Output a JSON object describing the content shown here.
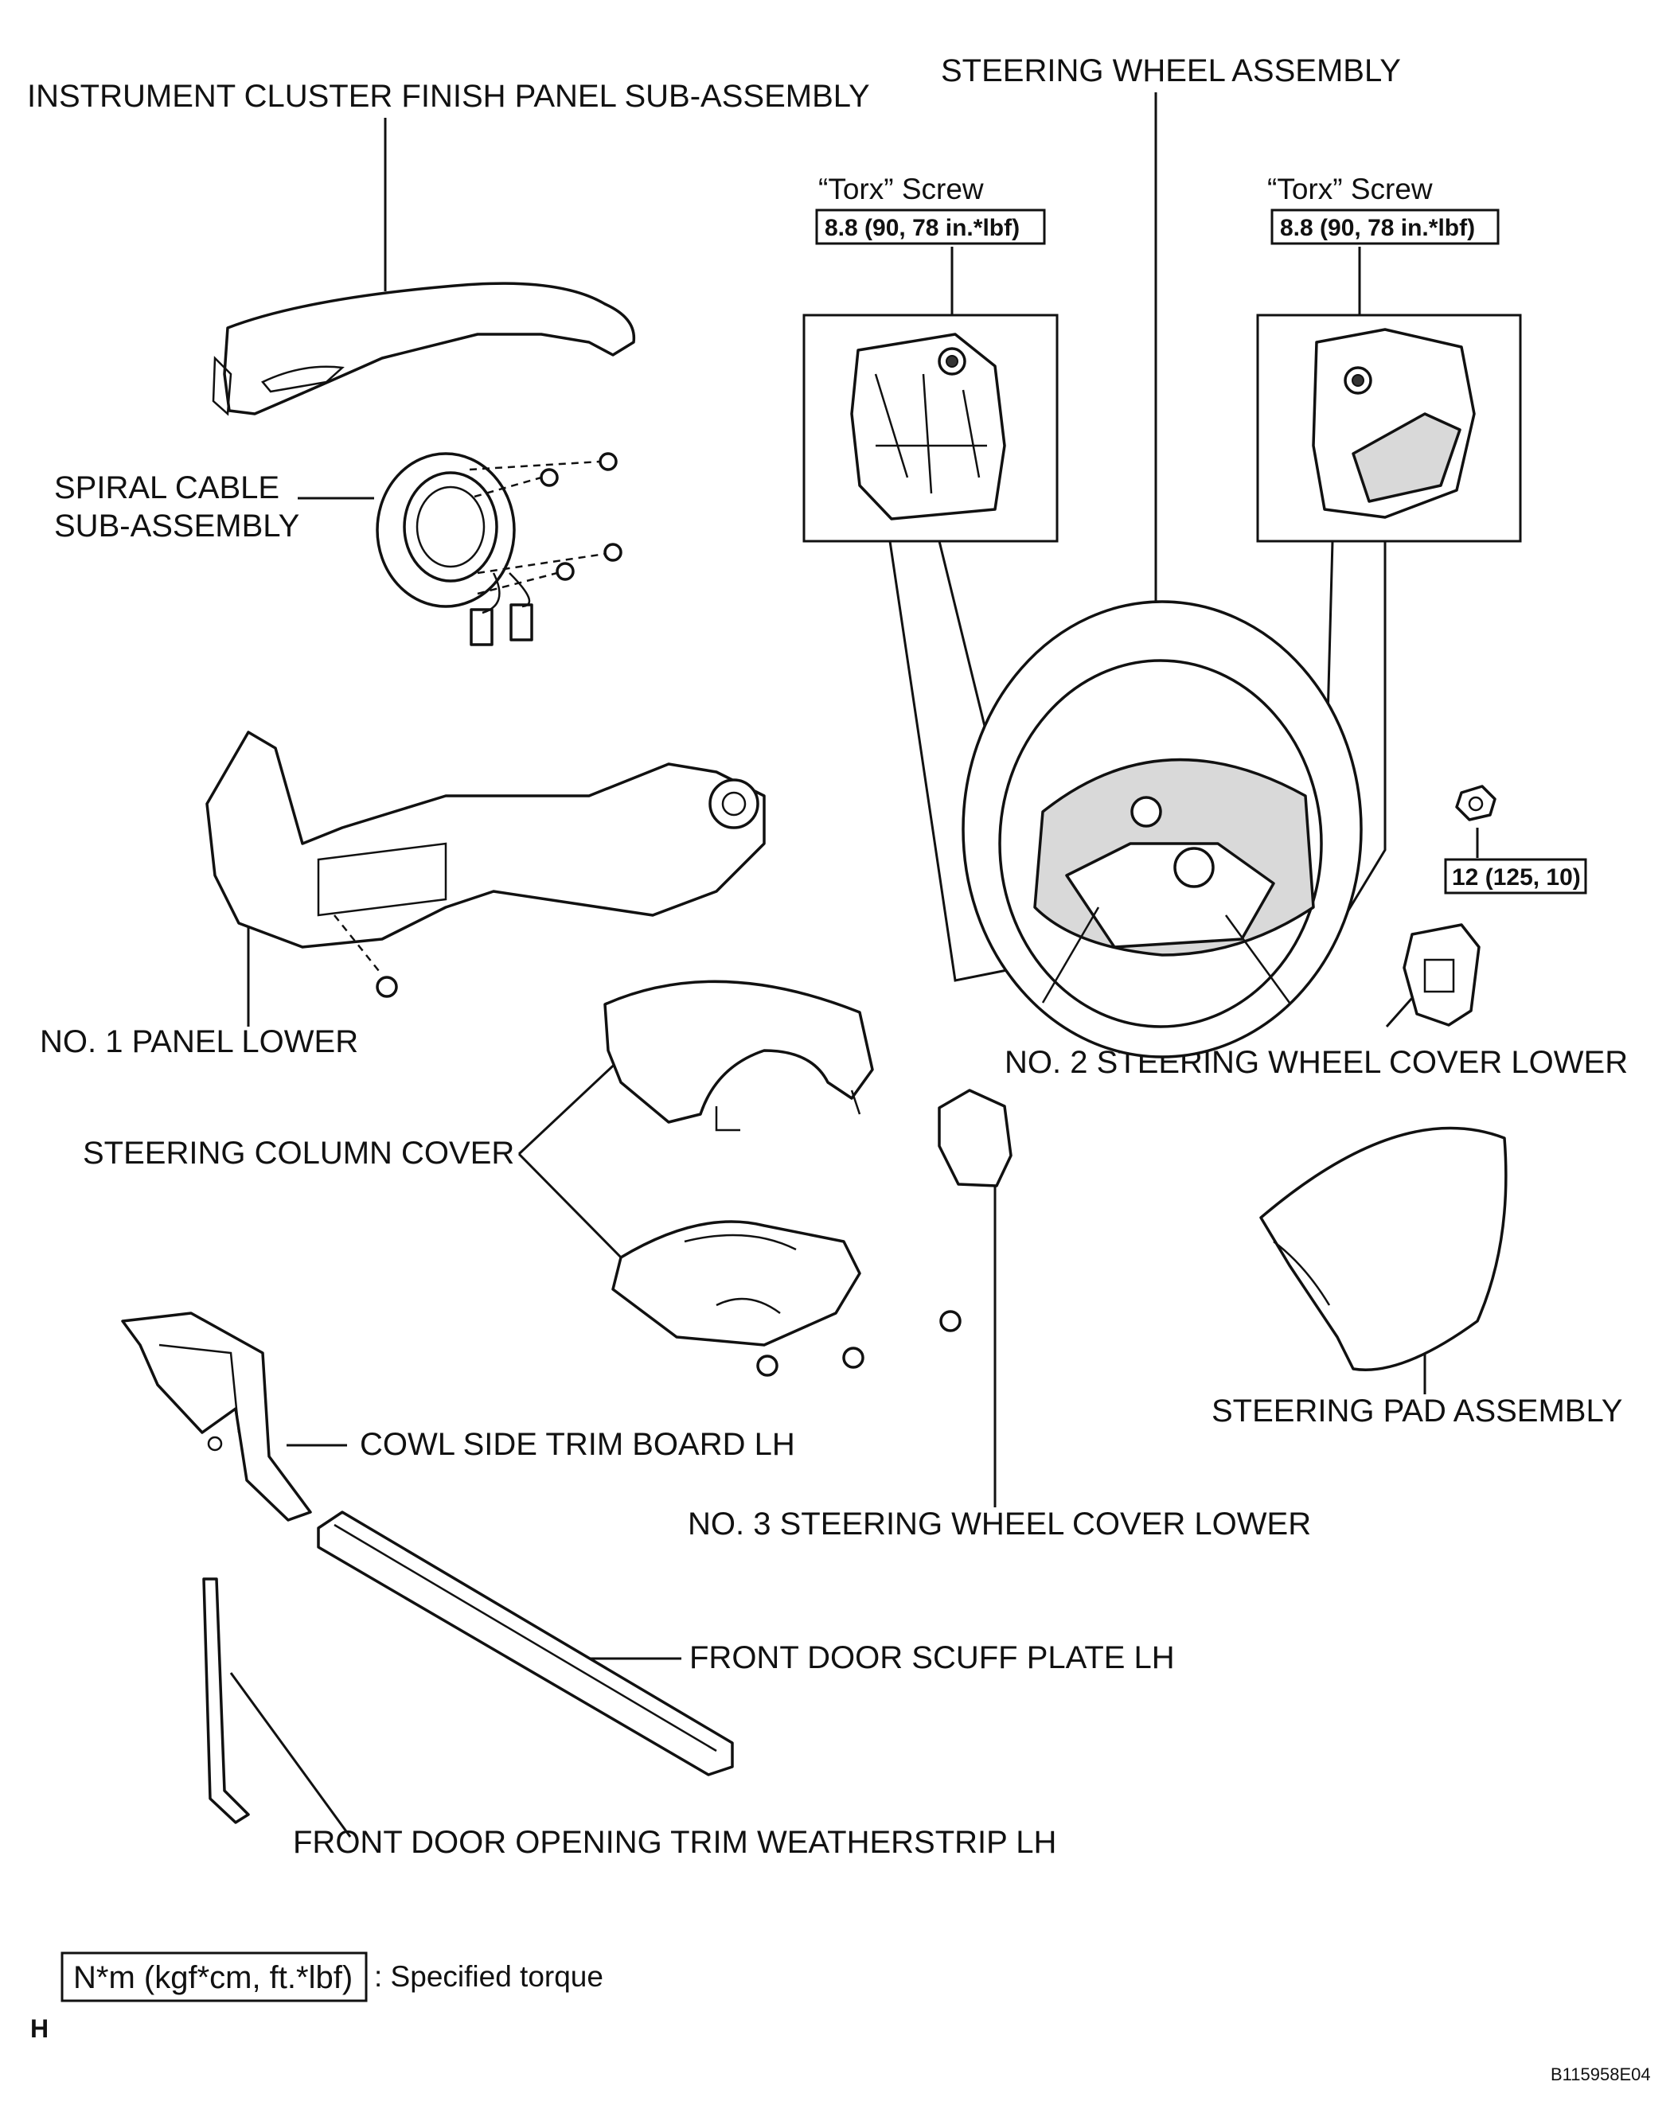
{
  "labels": {
    "instrument_cluster": "INSTRUMENT CLUSTER FINISH PANEL SUB-ASSEMBLY",
    "steering_wheel": "STEERING WHEEL ASSEMBLY",
    "spiral_cable_1": "SPIRAL CABLE",
    "spiral_cable_2": "SUB-ASSEMBLY",
    "no1_panel_lower": "NO. 1 PANEL LOWER",
    "no2_cover_lower": "NO. 2 STEERING WHEEL COVER LOWER",
    "column_cover": "STEERING COLUMN COVER",
    "pad_assembly": "STEERING PAD ASSEMBLY",
    "cowl_side": "COWL SIDE TRIM BOARD LH",
    "no3_cover_lower": "NO. 3 STEERING WHEEL COVER LOWER",
    "scuff_plate": "FRONT DOOR SCUFF PLATE LH",
    "weatherstrip": "FRONT DOOR OPENING TRIM WEATHERSTRIP LH"
  },
  "torx": {
    "left_title": "“Torx” Screw",
    "left_torque": "8.8 (90, 78 in.*lbf)",
    "right_title": "“Torx” Screw",
    "right_torque": "8.8 (90, 78 in.*lbf)"
  },
  "nut_torque": "12 (125, 10)",
  "legend": {
    "unit": "N*m (kgf*cm, ft.*lbf)",
    "text": ": Specified torque"
  },
  "corner_mark": "H",
  "figure_code": "B115958E04"
}
